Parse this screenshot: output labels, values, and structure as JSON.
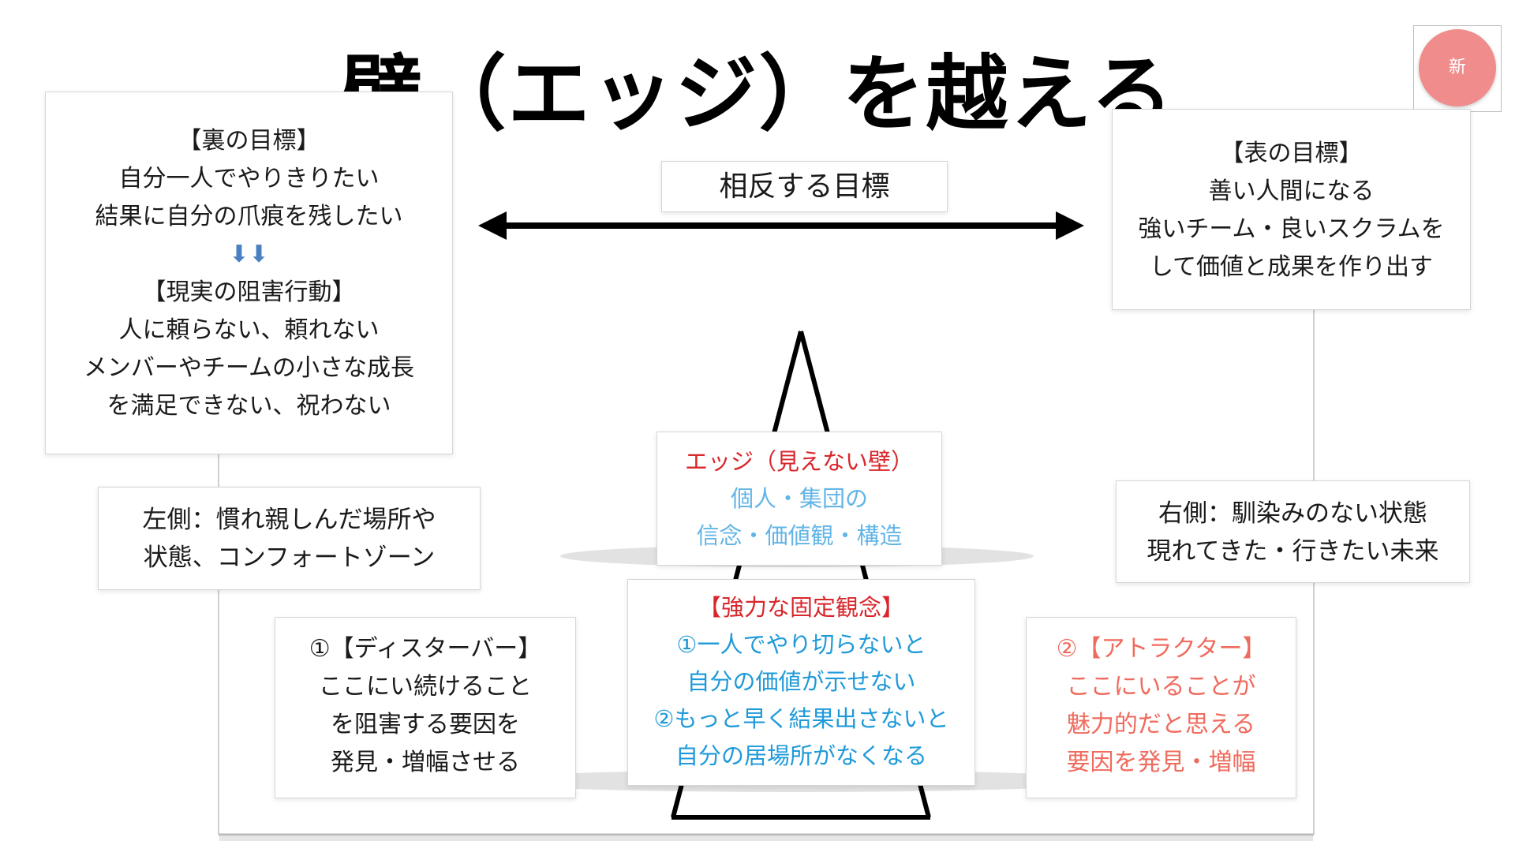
{
  "title": "壁（エッジ）を越える",
  "badge": "新",
  "center_label": "相反する目標",
  "left_top_box": {
    "lines": [
      "【裏の目標】",
      "自分一人でやりきりたい",
      "結果に自分の爪痕を残したい",
      "⬇⬇",
      "【現実の阻害行動】",
      "人に頼らない、頼れない",
      "メンバーやチームの小さな成長",
      "を満足できない、祝わない"
    ]
  },
  "right_top_box": {
    "lines": [
      "【表の目標】",
      "善い人間になる",
      "強いチーム・良いスクラムを",
      "して価値と成果を作り出す"
    ]
  },
  "left_mid_box": {
    "lines": [
      "左側：慣れ親しんだ場所や",
      "状態、コンフォートゾーン"
    ]
  },
  "right_mid_box": {
    "lines": [
      "右側：馴染みのない状態",
      "現れてきた・行きたい未来"
    ]
  },
  "edge_box": {
    "heading": "エッジ（見えない壁）",
    "lines": [
      "個人・集団の",
      "信念・価値観・構造"
    ]
  },
  "belief_box": {
    "heading": "【強力な固定観念】",
    "lines": [
      "①一人でやり切らないと",
      "自分の価値が示せない",
      "②もっと早く結果出さないと",
      "自分の居場所がなくなる"
    ]
  },
  "disturber_box": {
    "lines": [
      "①【ディスターバー】",
      "ここにい続けること",
      "を阻害する要因を",
      "発見・増幅させる"
    ]
  },
  "attractor_box": {
    "lines": [
      "②【アトラクター】",
      "ここにいることが",
      "魅力的だと思える",
      "要因を発見・増幅"
    ]
  },
  "colors": {
    "red": "#d9262b",
    "blue": "#1f9ad9",
    "light_blue": "#63b5e6",
    "coral": "#ef6b5e",
    "badge": "#f08c8c"
  },
  "icons": {
    "double_down": "down-arrow-emoji-icon",
    "arrow": "double-headed-arrow-icon"
  }
}
